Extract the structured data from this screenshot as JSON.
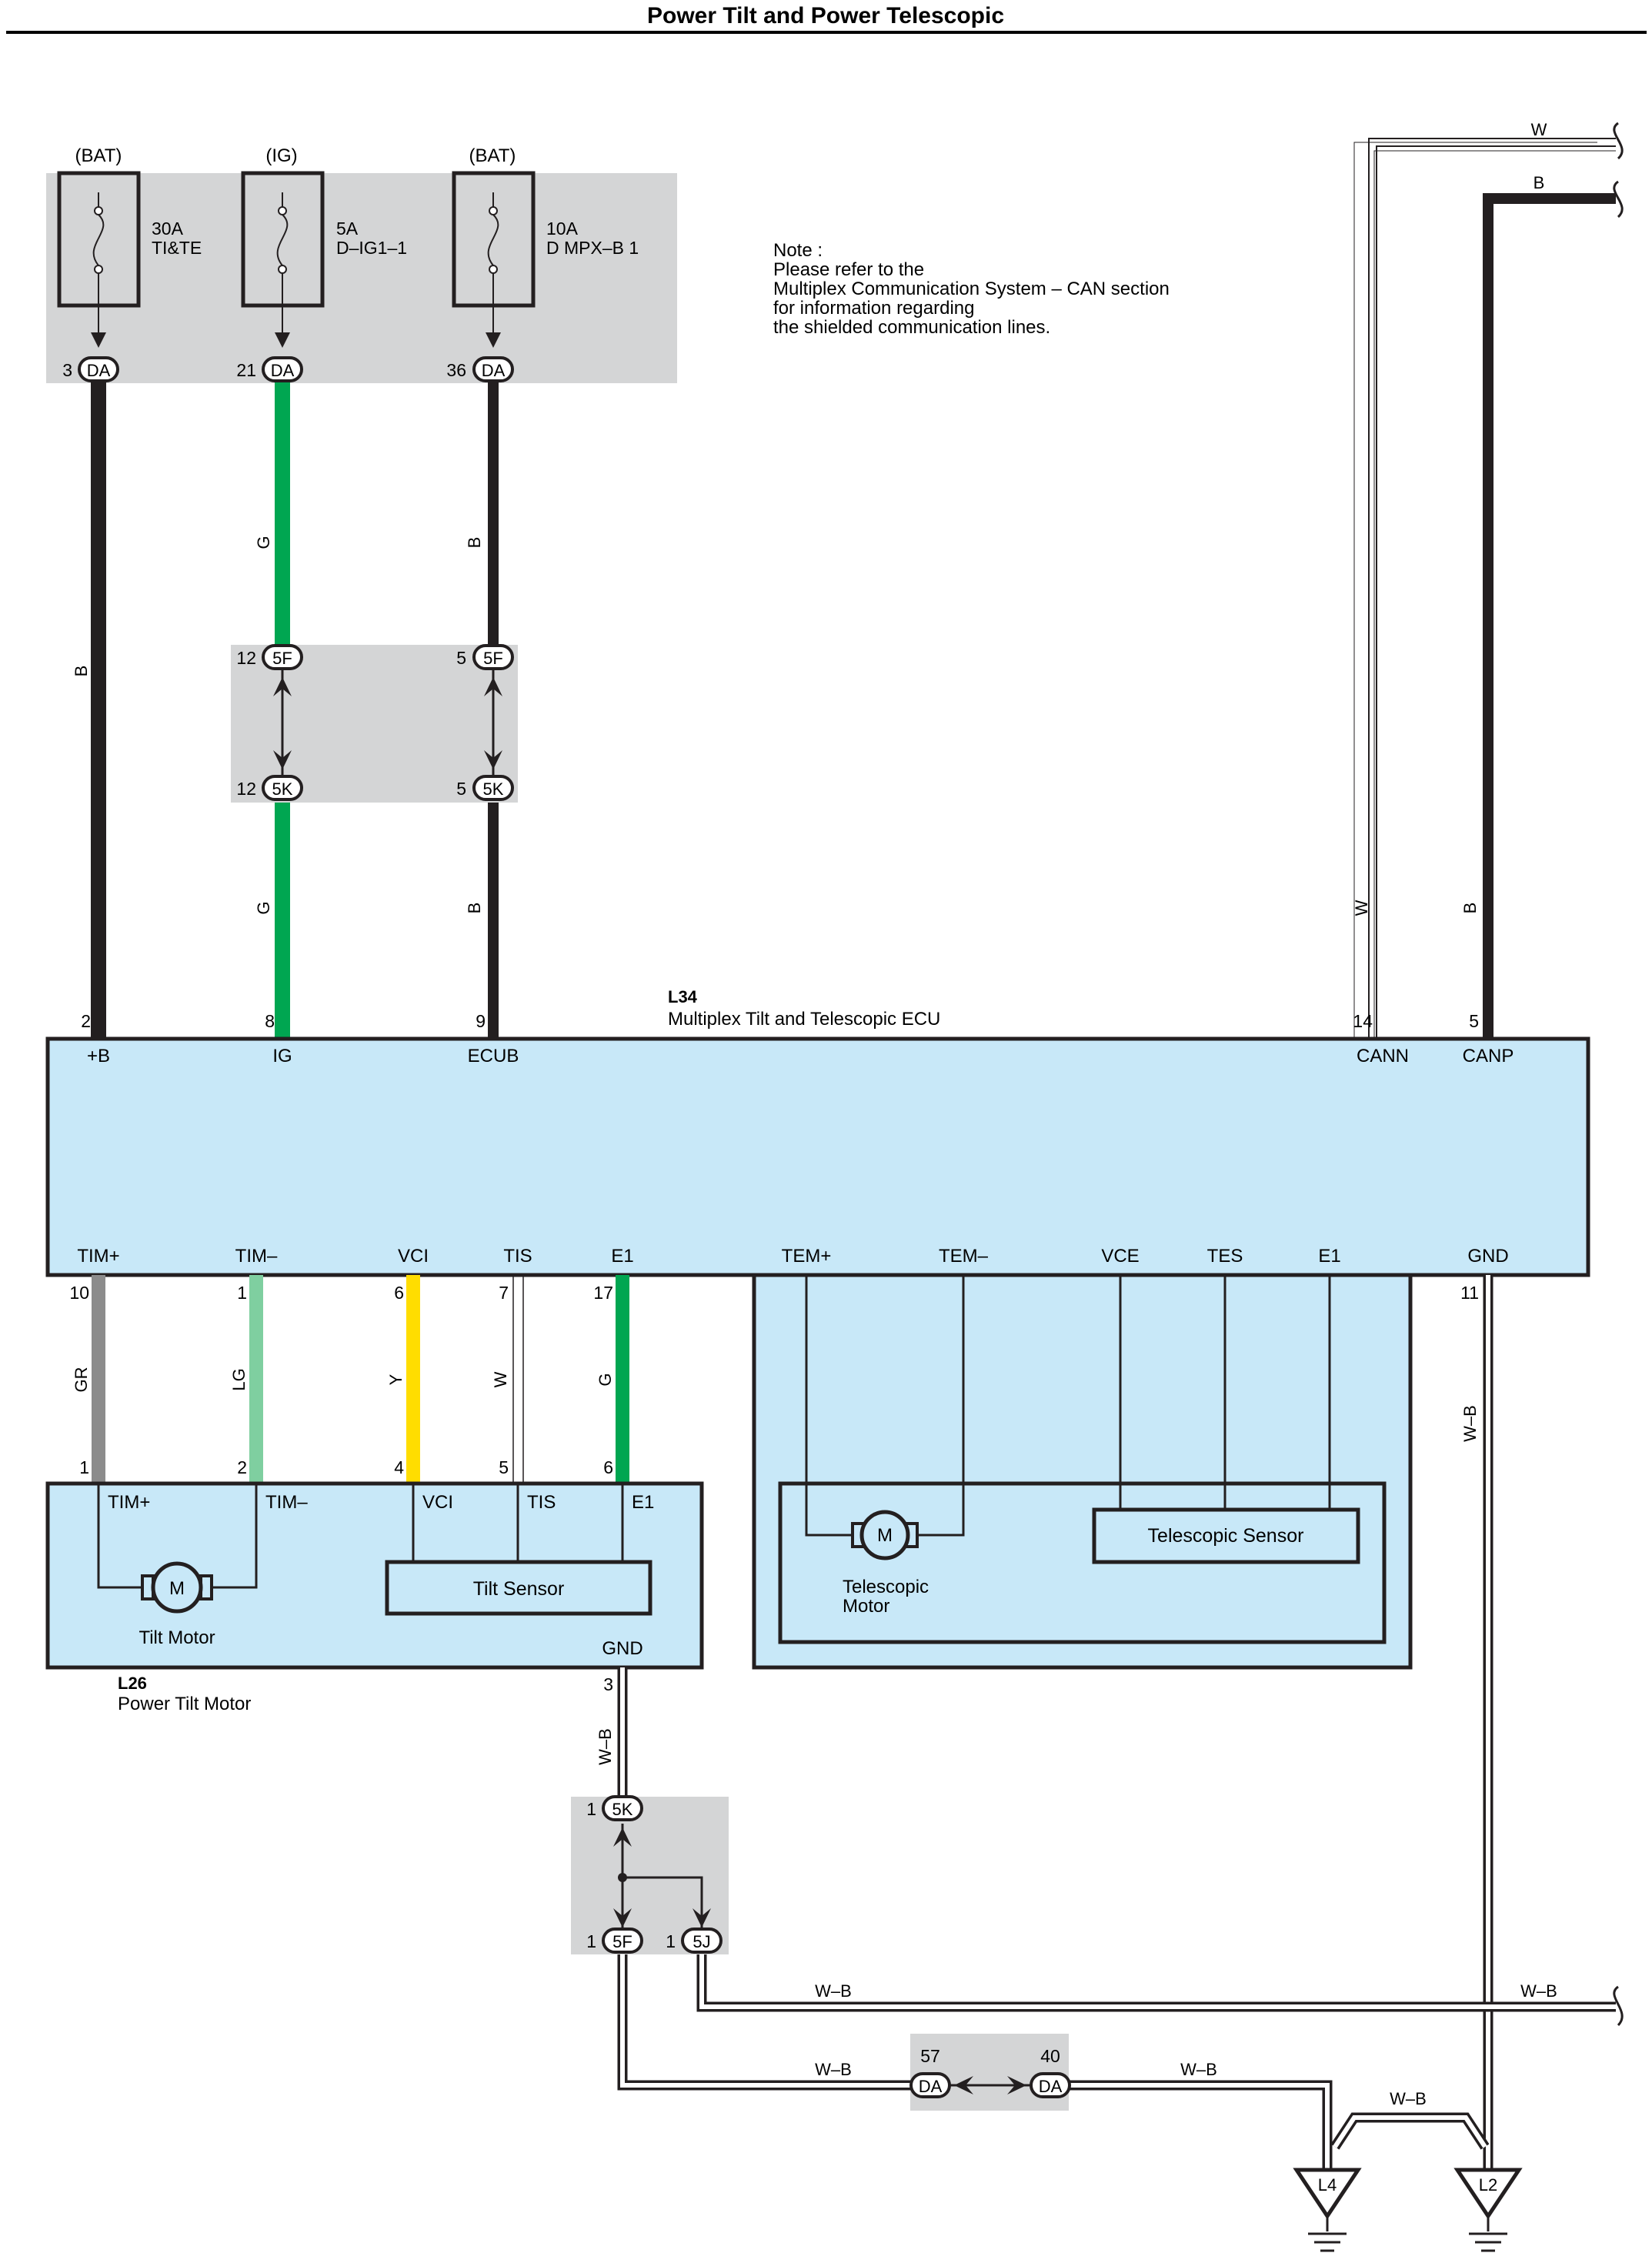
{
  "title": "Power Tilt and Power Telescopic",
  "note": [
    "Note :",
    "Please refer to the",
    "Multiplex Communication System – CAN section",
    "for information regarding",
    "the shielded communication lines."
  ],
  "fuses": [
    {
      "source": "(BAT)",
      "amp": "30A",
      "name": "TI&TE",
      "pin": "3",
      "conn": "DA"
    },
    {
      "source": "(IG)",
      "amp": "5A",
      "name": "D–IG1–1",
      "pin": "21",
      "conn": "DA"
    },
    {
      "source": "(BAT)",
      "amp": "10A",
      "name": "D MPX–B 1",
      "pin": "36",
      "conn": "DA"
    }
  ],
  "junction_top": [
    {
      "pin_top": "12",
      "conn_top": "5F",
      "pin_bot": "12",
      "conn_bot": "5K"
    },
    {
      "pin_top": "5",
      "conn_top": "5F",
      "pin_bot": "5",
      "conn_bot": "5K"
    }
  ],
  "wires_upper": {
    "bat1": "B",
    "ig_top": "G",
    "ig_bot": "G",
    "bat2_top": "B",
    "bat2_bot": "B",
    "cann": "W",
    "canp": "B"
  },
  "colors": {
    "B": "#231f20",
    "G": "#00a651",
    "GR": "#8c8c8c",
    "LG": "#7fcfa0",
    "Y": "#ffdd00",
    "W": "#ffffff",
    "WB": "#ffffff",
    "module": "#c8e8f8",
    "junction": "#d4d5d6"
  },
  "ecu": {
    "id": "L34",
    "name": "Multiplex Tilt and Telescopic ECU",
    "top_pins": [
      {
        "num": "2",
        "label": "+B"
      },
      {
        "num": "8",
        "label": "IG"
      },
      {
        "num": "9",
        "label": "ECUB"
      },
      {
        "num": "14",
        "label": "CANN"
      },
      {
        "num": "5",
        "label": "CANP"
      }
    ],
    "bottom_pins": [
      {
        "num": "10",
        "label": "TIM+",
        "wire": "GR"
      },
      {
        "num": "1",
        "label": "TIM–",
        "wire": "LG"
      },
      {
        "num": "6",
        "label": "VCI",
        "wire": "Y"
      },
      {
        "num": "7",
        "label": "TIS",
        "wire": "W"
      },
      {
        "num": "17",
        "label": "E1",
        "wire": "G"
      },
      {
        "num": "",
        "label": "TEM+"
      },
      {
        "num": "",
        "label": "TEM–"
      },
      {
        "num": "",
        "label": "VCE"
      },
      {
        "num": "",
        "label": "TES"
      },
      {
        "num": "",
        "label": "E1"
      },
      {
        "num": "11",
        "label": "GND",
        "wire": "W–B"
      }
    ]
  },
  "tilt_motor": {
    "id": "L26",
    "name": "Power Tilt Motor",
    "pins": [
      {
        "num": "1",
        "label": "TIM+"
      },
      {
        "num": "2",
        "label": "TIM–"
      },
      {
        "num": "4",
        "label": "VCI"
      },
      {
        "num": "5",
        "label": "TIS"
      },
      {
        "num": "6",
        "label": "E1"
      }
    ],
    "gnd_label": "GND",
    "gnd_pin": "3",
    "motor_label": "Tilt Motor",
    "motor_symbol": "M",
    "sensor_label": "Tilt Sensor",
    "gnd_wire": "W–B"
  },
  "telescopic": {
    "motor_symbol": "M",
    "motor_label_1": "Telescopic",
    "motor_label_2": "Motor",
    "sensor_label": "Telescopic Sensor"
  },
  "junction_bottom": {
    "top": {
      "pin": "1",
      "conn": "5K"
    },
    "left": {
      "pin": "1",
      "conn": "5F"
    },
    "right": {
      "pin": "1",
      "conn": "5J"
    }
  },
  "lower_wires": {
    "wb1": "W–B",
    "wb2": "W–B",
    "wb3": "W–B",
    "wb4": "W–B",
    "wb5": "W–B"
  },
  "da_junction": {
    "left_pin": "57",
    "left_conn": "DA",
    "right_pin": "40",
    "right_conn": "DA"
  },
  "grounds": [
    "L4",
    "L2"
  ]
}
